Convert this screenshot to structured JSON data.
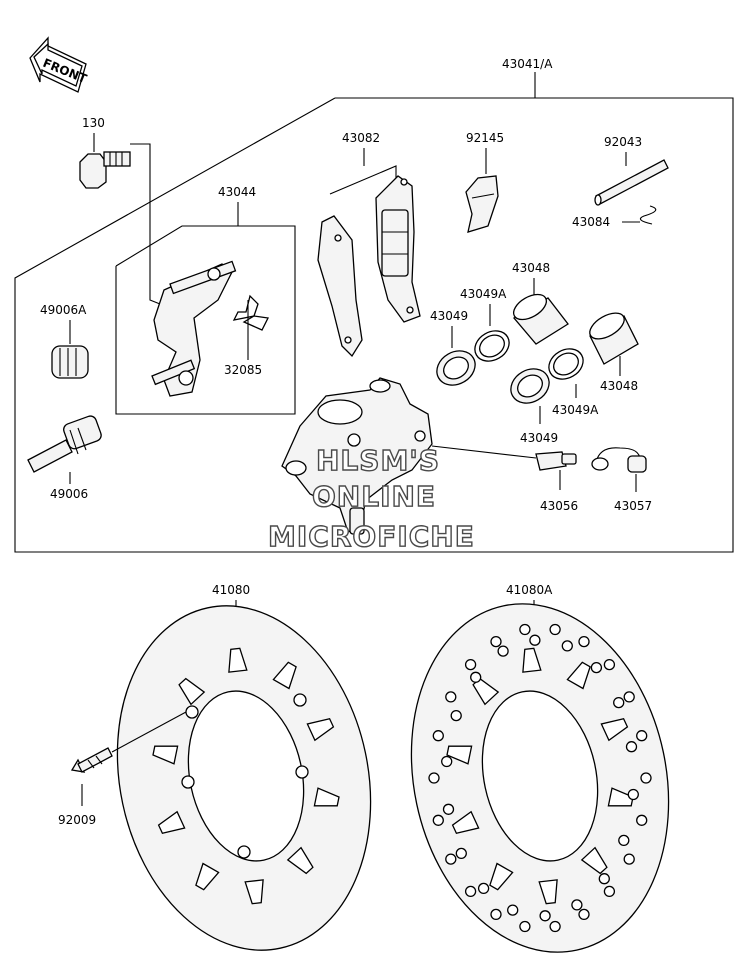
{
  "orientation_label": "FRONT",
  "assembly_label": "43041/A",
  "part_labels": {
    "p130": "130",
    "p43044": "43044",
    "p43082": "43082",
    "p92145": "92145",
    "p92043": "92043",
    "p43084": "43084",
    "p49006A": "49006A",
    "p49006": "49006",
    "p32085": "32085",
    "p43048_top": "43048",
    "p43049A_top": "43049A",
    "p43049_left": "43049",
    "p43048_right": "43048",
    "p43049A_right": "43049A",
    "p43049_bottom": "43049",
    "p43056": "43056",
    "p43057": "43057",
    "p41080": "41080",
    "p41080A": "41080A",
    "p92009": "92009"
  },
  "watermark": {
    "line1": "HLSM'S",
    "line2": "ONLINE",
    "line3": "MICROFICHE"
  }
}
